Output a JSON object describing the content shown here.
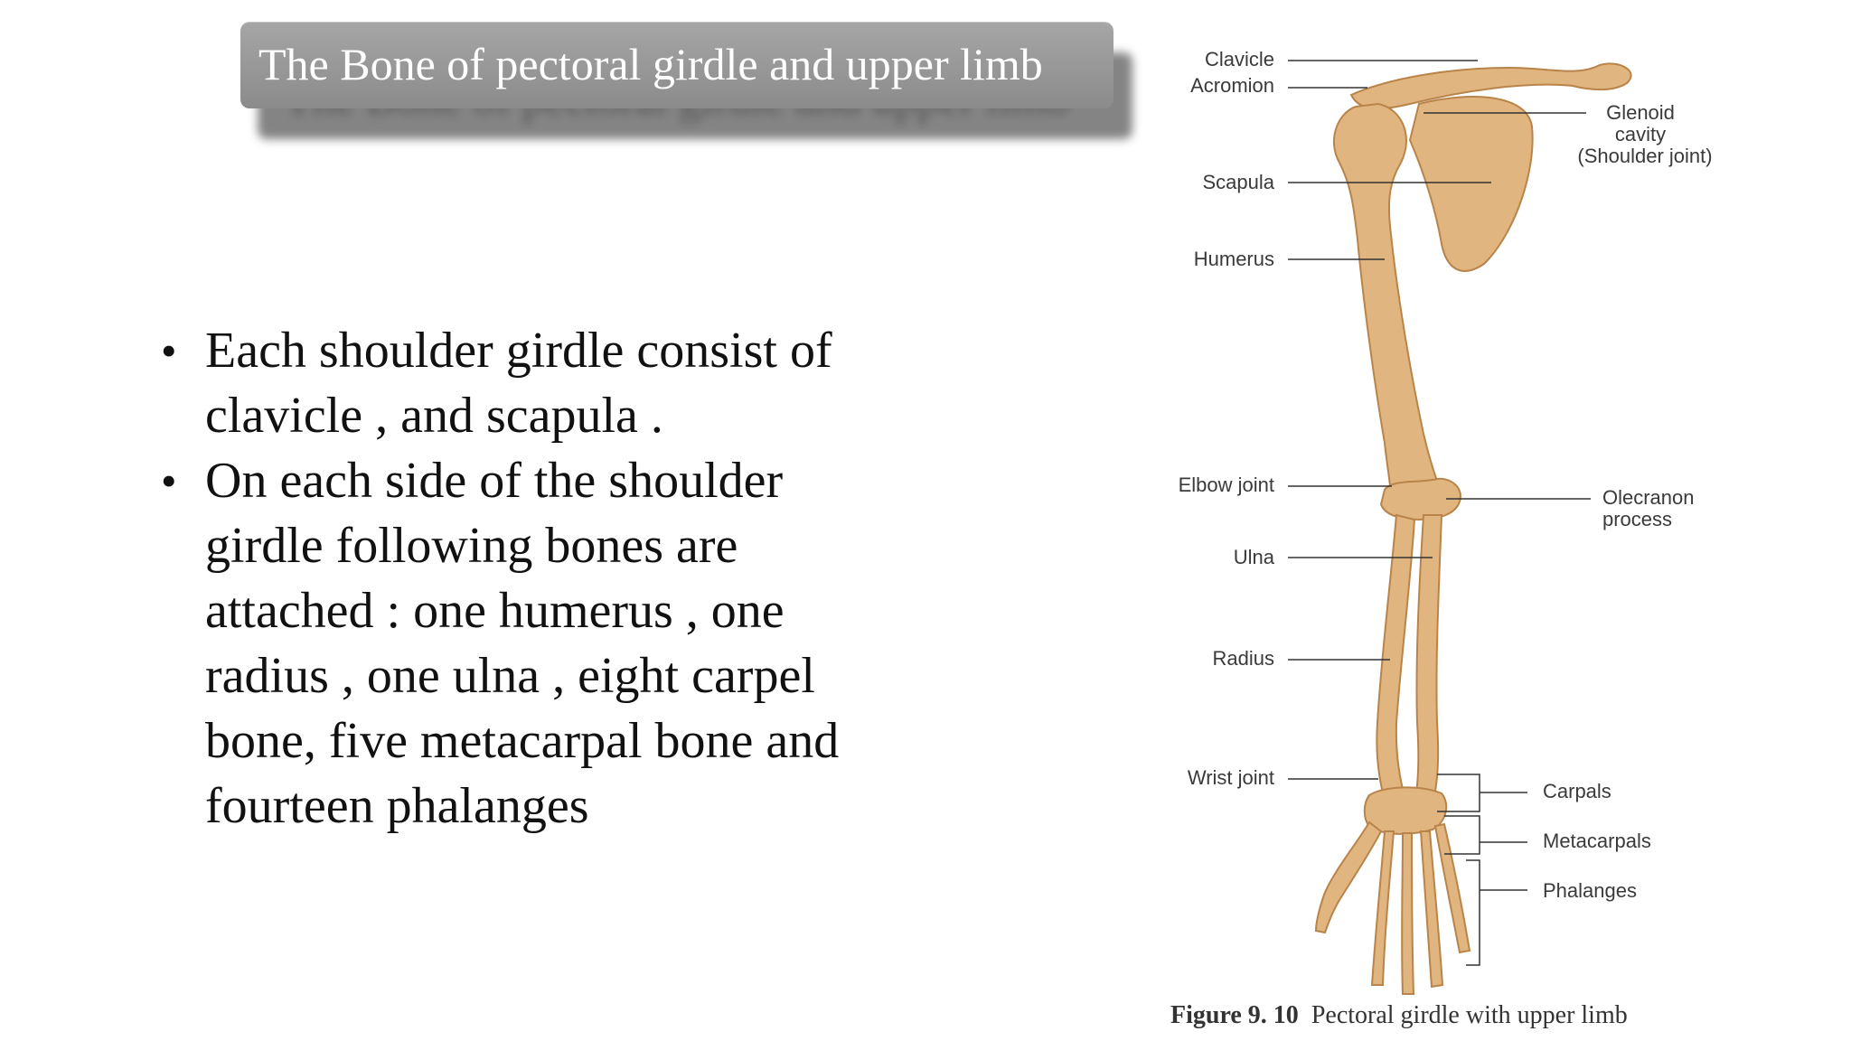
{
  "title": "The Bone of pectoral girdle and upper limb",
  "bullets": [
    {
      "lines": [
        "Each shoulder girdle consist of",
        "clavicle , and scapula ."
      ]
    },
    {
      "lines": [
        "On each side of the shoulder",
        "girdle following bones are",
        "attached : one humerus , one",
        "radius , one ulna , eight carpel",
        "bone, five metacarpal bone and",
        "fourteen phalanges"
      ]
    }
  ],
  "figure": {
    "labels": {
      "clavicle": "Clavicle",
      "acromion": "Acromion",
      "scapula": "Scapula",
      "humerus": "Humerus",
      "elbow": "Elbow joint",
      "ulna": "Ulna",
      "radius": "Radius",
      "wrist": "Wrist joint",
      "glenoid1": "Glenoid",
      "glenoid2": "cavity",
      "glenoid3": "(Shoulder joint)",
      "olecranon1": "Olecranon",
      "olecranon2": "process",
      "carpals": "Carpals",
      "metacarpals": "Metacarpals",
      "phalanges": "Phalanges"
    },
    "caption_number": "Figure 9. 10",
    "caption_text": "Pectoral girdle with upper limb",
    "bone_color": "#e1b57f"
  }
}
